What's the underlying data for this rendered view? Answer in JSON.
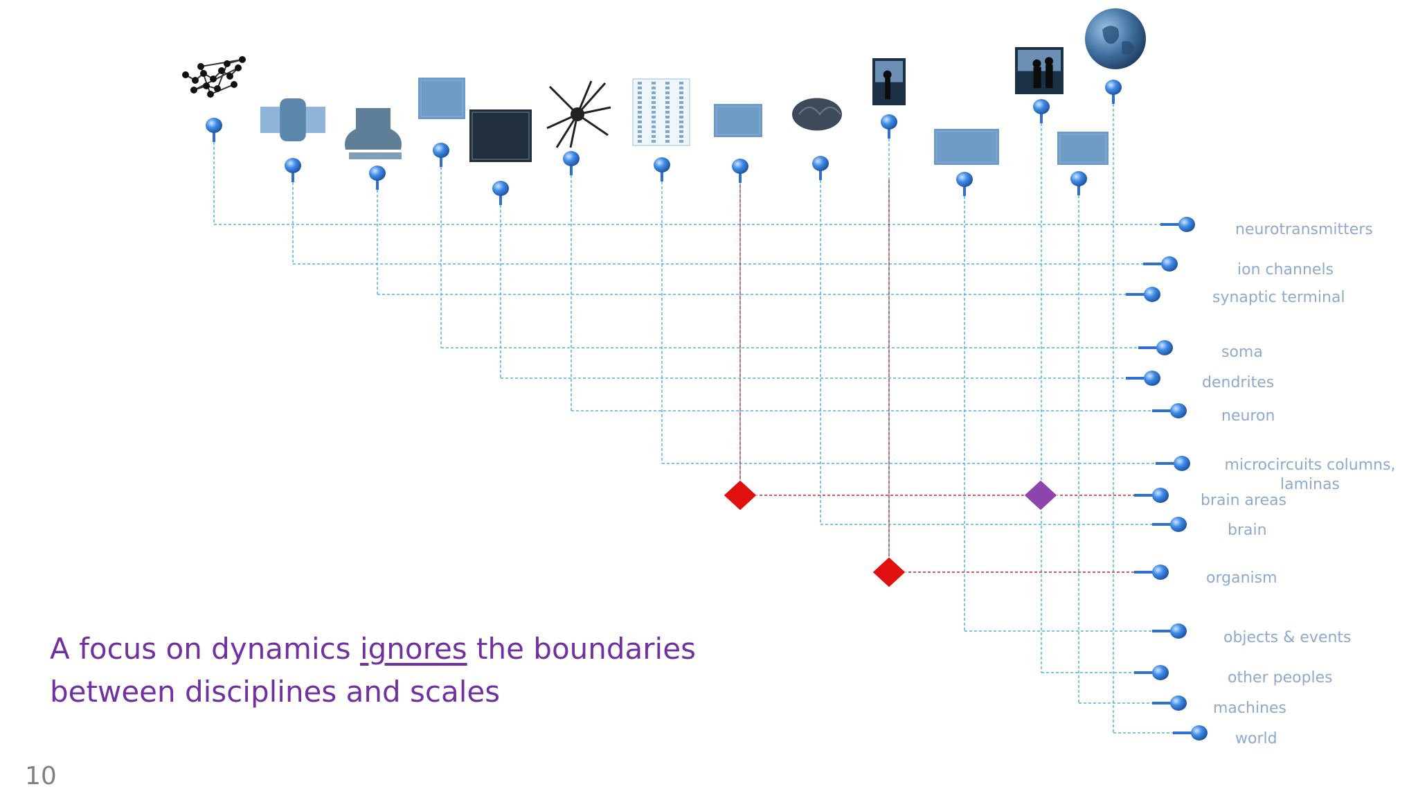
{
  "scales": [
    {
      "label": "neurotransmitters",
      "thumb": "molecule-icon"
    },
    {
      "label": "ion channels",
      "thumb": "ion-channel-icon"
    },
    {
      "label": "synaptic terminal",
      "thumb": "synapse-icon"
    },
    {
      "label": "soma",
      "thumb": "soma-icon"
    },
    {
      "label": "dendrites",
      "thumb": "dendrite-icon"
    },
    {
      "label": "neuron",
      "thumb": "neuron-icon"
    },
    {
      "label": "microcircuits columns, laminas",
      "thumb": "microcircuit-icon"
    },
    {
      "label": "brain areas",
      "thumb": "brain-area-icon"
    },
    {
      "label": "brain",
      "thumb": "brain-icon"
    },
    {
      "label": "organism",
      "thumb": "person-icon"
    },
    {
      "label": "objects & events",
      "thumb": "objects-icon"
    },
    {
      "label": "other peoples",
      "thumb": "people-icon"
    },
    {
      "label": "machines",
      "thumb": "machine-icon"
    },
    {
      "label": "world",
      "thumb": "globe-icon"
    }
  ],
  "colors": {
    "connector": "#4fb3e0",
    "highlight": "#e03030",
    "pin": "#2f6fd0",
    "diamond_red": "#e01010",
    "diamond_purple": "#8e44ad",
    "label": "#8ea9cc",
    "caption": "#7030a0"
  },
  "caption": {
    "before": "A focus on dynamics ",
    "emphasis": "ignores",
    "after": " the boundaries between disciplines and scales"
  },
  "page_number": "10"
}
